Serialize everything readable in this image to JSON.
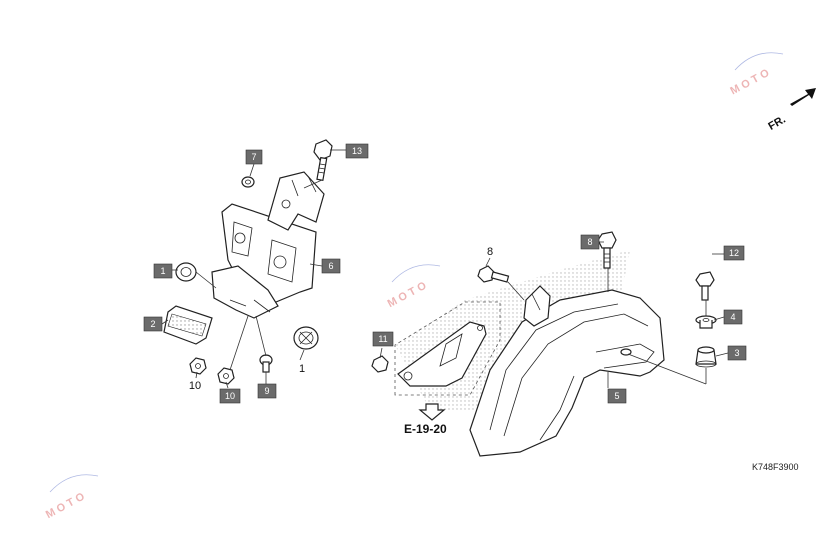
{
  "diagram": {
    "diagram_code": "K748F3900",
    "direction_label": "FR.",
    "reference_label": "E-19-20",
    "watermark_text": "MOTO",
    "boxed_callouts": [
      "1",
      "2",
      "3",
      "4",
      "5",
      "6",
      "7",
      "8",
      "9",
      "10",
      "11",
      "12",
      "13"
    ],
    "plain_callouts": [
      "1",
      "8",
      "10"
    ],
    "colors": {
      "callout_box": "#6b6b6b",
      "stipple": "#9a9a9a",
      "watermark": "#e07a7a"
    }
  }
}
